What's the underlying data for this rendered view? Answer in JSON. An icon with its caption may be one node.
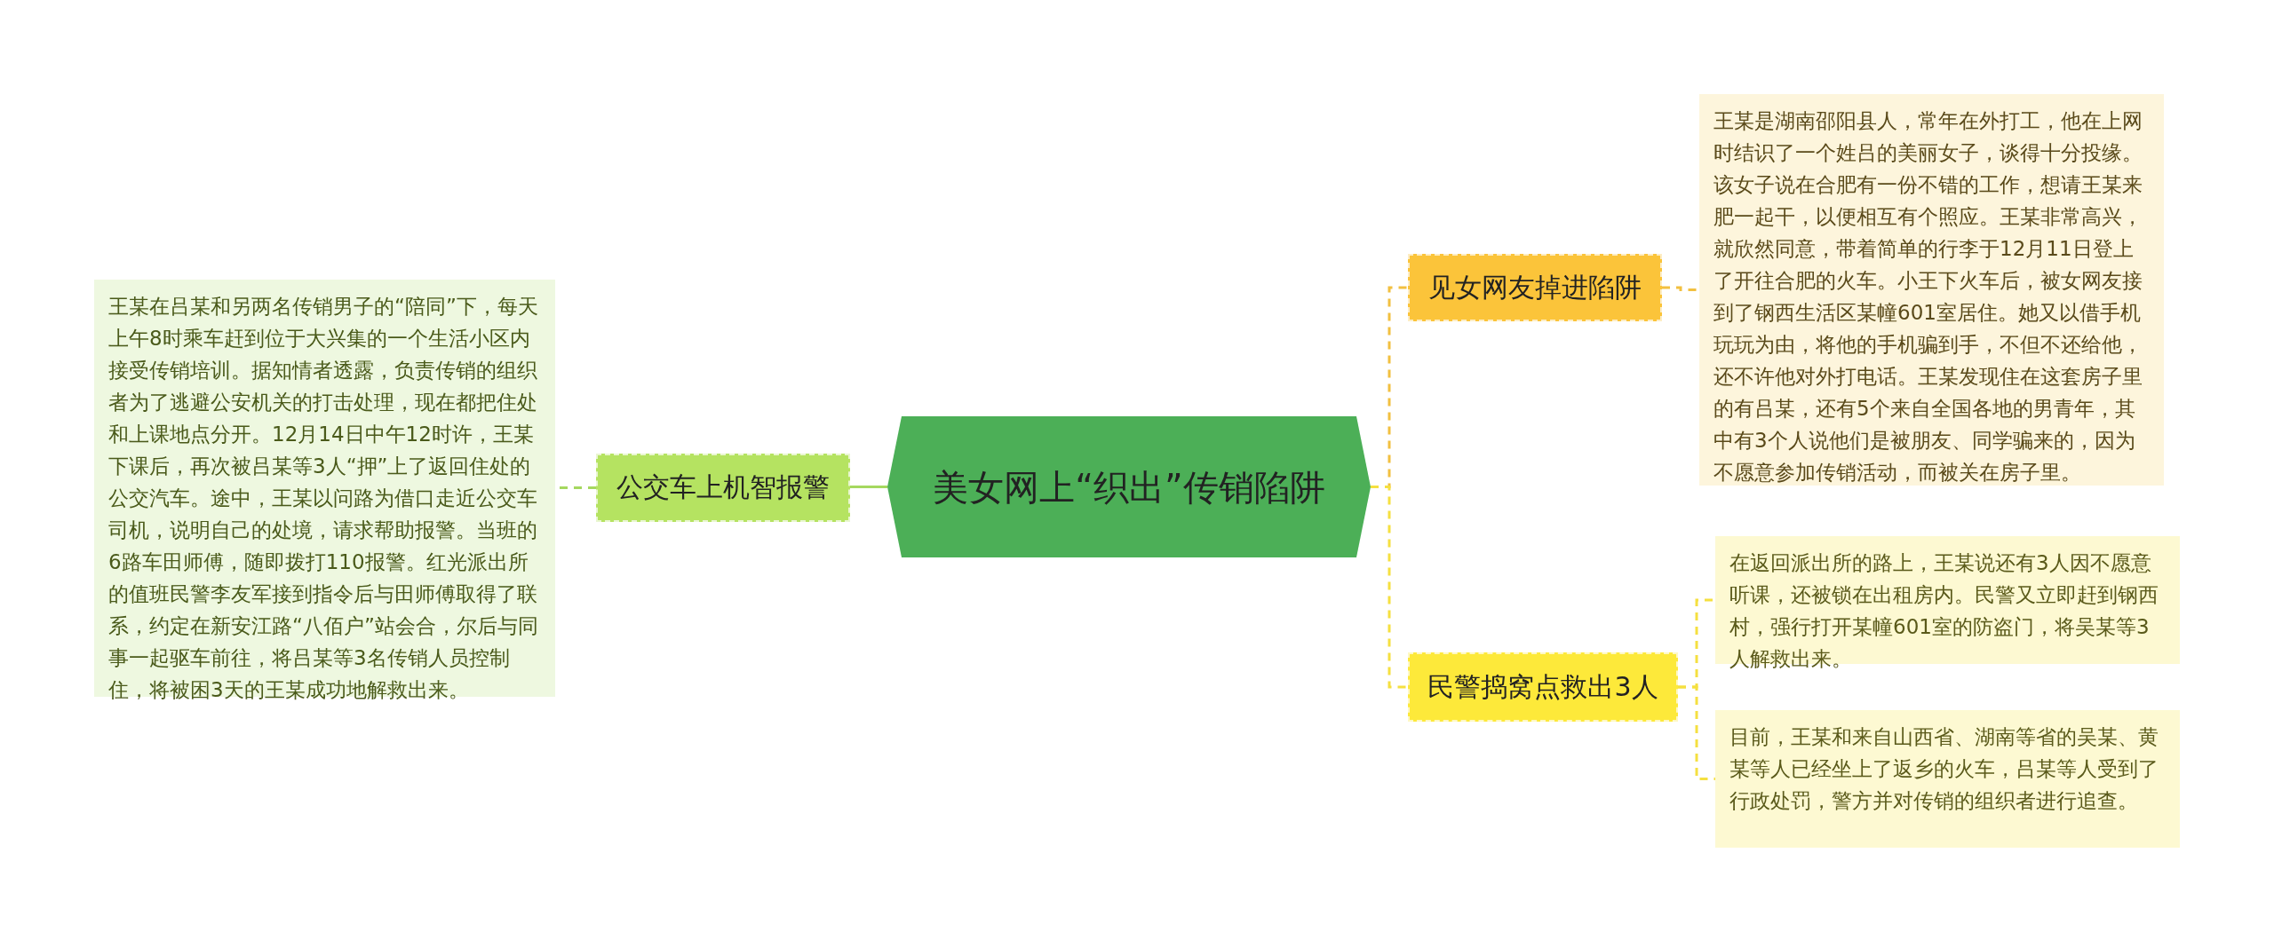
{
  "diagram": {
    "nodes": [
      {
        "text": [
          "美女网上“织出”传销陷阱"
        ]
      },
      {
        "text": [
          "公交车上机智报警"
        ]
      },
      {
        "text": [
          "王某在吕某和另两名传销男子的“陪同”下，每天上午8时乘车赶到位于大兴集的一个生活小区内接受传销培训。据知情者透露，负责传销的组织者为了逃避公安机关的打击处理，现在都把住处和上课地点分开。12月14日中午12时许，王某下课后，再次被吕某等3人“押”上了返回住处的公交汽车。途中，王某以问路为借口走近公交车司机，说明自己的处境，请求帮助报警。当班的6路车田师傅，随即拨打110报警。红光派出所的值班民警李友军接到指令后与田师傅取得了联系，约定在新安江路“八佰户”站会合，尔后与同事一起驱车前往，将吕某等3名传销人员控制住，将被困3天的王某成功地解救出来。"
        ]
      },
      {
        "text": [
          "见女网友掉进陷阱"
        ]
      },
      {
        "text": [
          "王某是湖南邵阳县人，常年在外打工，他在上网时结识了一个姓吕的美丽女子，谈得十分投缘。该女子说在合肥有一份不错的工作，想请王某来肥一起干，以便相互有个照应。王某非常高兴，就欣然同意，带着简单的行李于12月11日登上了开往合肥的火车。小王下火车后，被女网友接到了钢西生活区某幢601室居住。她又以借手机玩玩为由，将他的手机骗到手，不但不还给他，还不许他对外打电话。王某发现住在这套房子里的有吕某，还有5个来自全国各地的男青年，其中有3个人说他们是被朋友、同学骗来的，因为不愿意参加传销活动，而被关在房子里。"
        ]
      },
      {
        "text": [
          "民警捣窝点救出3人"
        ]
      },
      {
        "text": [
          "在返回派出所的路上，王某说还有3人因不愿意听课，还被锁在出租房内。民警又立即赶到钢西村，强行打开某幢601室的防盗门，将吴某等3人解救出来。"
        ]
      },
      {
        "text": [
          "目前，王某和来自山西省、湖南等省的吴某、黄某等人已经坐上了返乡的火车，吕某等人受到了行政处罚，警方并对传销的组织者进行追查。"
        ]
      }
    ],
    "edges": [
      {
        "from": 0,
        "to": 1,
        "arrow": "none",
        "color": "#a5d85f"
      },
      {
        "from": 1,
        "to": 2,
        "arrow": "none",
        "style": "dashed",
        "color": "#a5d85f"
      },
      {
        "from": 0,
        "to": 3,
        "arrow": "none",
        "style": "dashed",
        "color": "#f2c040"
      },
      {
        "from": 3,
        "to": 4,
        "arrow": "none",
        "style": "dashed",
        "color": "#f2c040"
      },
      {
        "from": 0,
        "to": 5,
        "arrow": "none",
        "style": "dashed",
        "color": "#f5e040"
      },
      {
        "from": 5,
        "to": 6,
        "arrow": "none",
        "style": "dashed",
        "color": "#f5e040"
      },
      {
        "from": 5,
        "to": 7,
        "arrow": "none",
        "style": "dashed",
        "color": "#f5e040"
      }
    ]
  }
}
